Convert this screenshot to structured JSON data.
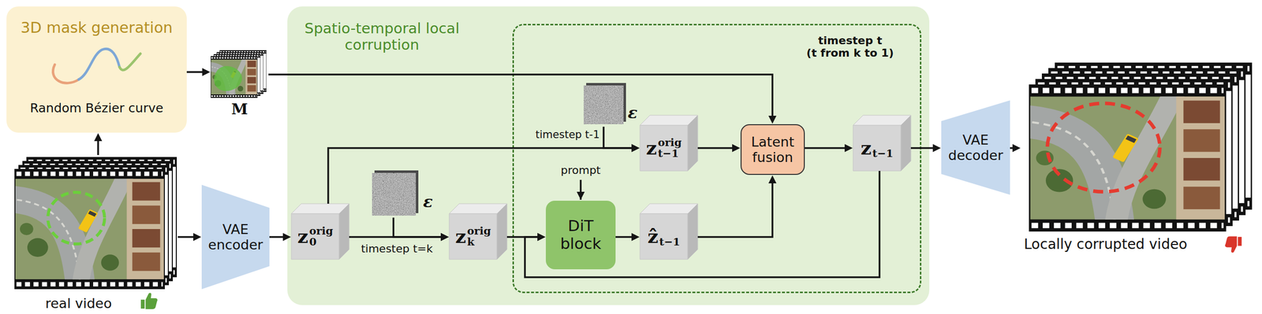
{
  "diagram": {
    "nodes": [
      {
        "text": [
          "3D mask generation",
          "Random Bézier curve"
        ]
      },
      {
        "text": [
          "real video"
        ]
      },
      {
        "text": [
          "M"
        ]
      },
      {
        "text": [
          "VAE encoder"
        ]
      },
      {
        "text": [
          "Spatio-temporal local corruption"
        ]
      },
      {
        "text": [
          "z",
          "orig",
          "0"
        ],
        "in": 4
      },
      {
        "text": [
          "ε"
        ],
        "in": 4
      },
      {
        "text": [
          "z",
          "orig",
          "k"
        ],
        "in": 4
      },
      {
        "text": [
          "timestep t",
          "(t from k to 1)"
        ],
        "in": 4
      },
      {
        "text": [
          "ε"
        ],
        "in": 8
      },
      {
        "text": [
          "z",
          "orig",
          "t−1"
        ],
        "in": 8
      },
      {
        "text": [
          "DiT block"
        ],
        "in": 8
      },
      {
        "text": [
          "ẑ",
          "t−1"
        ],
        "in": 8
      },
      {
        "text": [
          "Latent fusion"
        ],
        "in": 8
      },
      {
        "text": [
          "z",
          "t−1"
        ],
        "in": 8
      },
      {
        "text": [
          "VAE decoder"
        ]
      },
      {
        "text": [
          "Locally corrupted video"
        ]
      }
    ],
    "edges": [
      {
        "from": 1,
        "to": 0,
        "arrow": "to"
      },
      {
        "from": 0,
        "to": 2,
        "arrow": "to"
      },
      {
        "from": 2,
        "to": 13,
        "arrow": "to"
      },
      {
        "from": 1,
        "to": 3,
        "arrow": "to"
      },
      {
        "from": 3,
        "to": 5,
        "arrow": "to"
      },
      {
        "from": 5,
        "to": 7,
        "arrow": "to"
      },
      {
        "from": 6,
        "to": 7,
        "arrow": "to"
      },
      {
        "from": 5,
        "to": 10,
        "arrow": "to"
      },
      {
        "from": 9,
        "to": 10,
        "arrow": "to"
      },
      {
        "from": 7,
        "to": 11,
        "arrow": "to"
      },
      {
        "from": 11,
        "to": 12,
        "arrow": "to"
      },
      {
        "from": 10,
        "to": 13,
        "arrow": "to"
      },
      {
        "from": 12,
        "to": 13,
        "arrow": "to"
      },
      {
        "from": 13,
        "to": 14,
        "arrow": "to"
      },
      {
        "from": 14,
        "to": 15,
        "arrow": "to"
      },
      {
        "from": 14,
        "to": 11,
        "arrow": "to"
      },
      {
        "from": 15,
        "to": 16,
        "arrow": "to"
      }
    ],
    "labels": [
      "timestep t=k",
      "timestep t-1",
      "prompt"
    ]
  }
}
